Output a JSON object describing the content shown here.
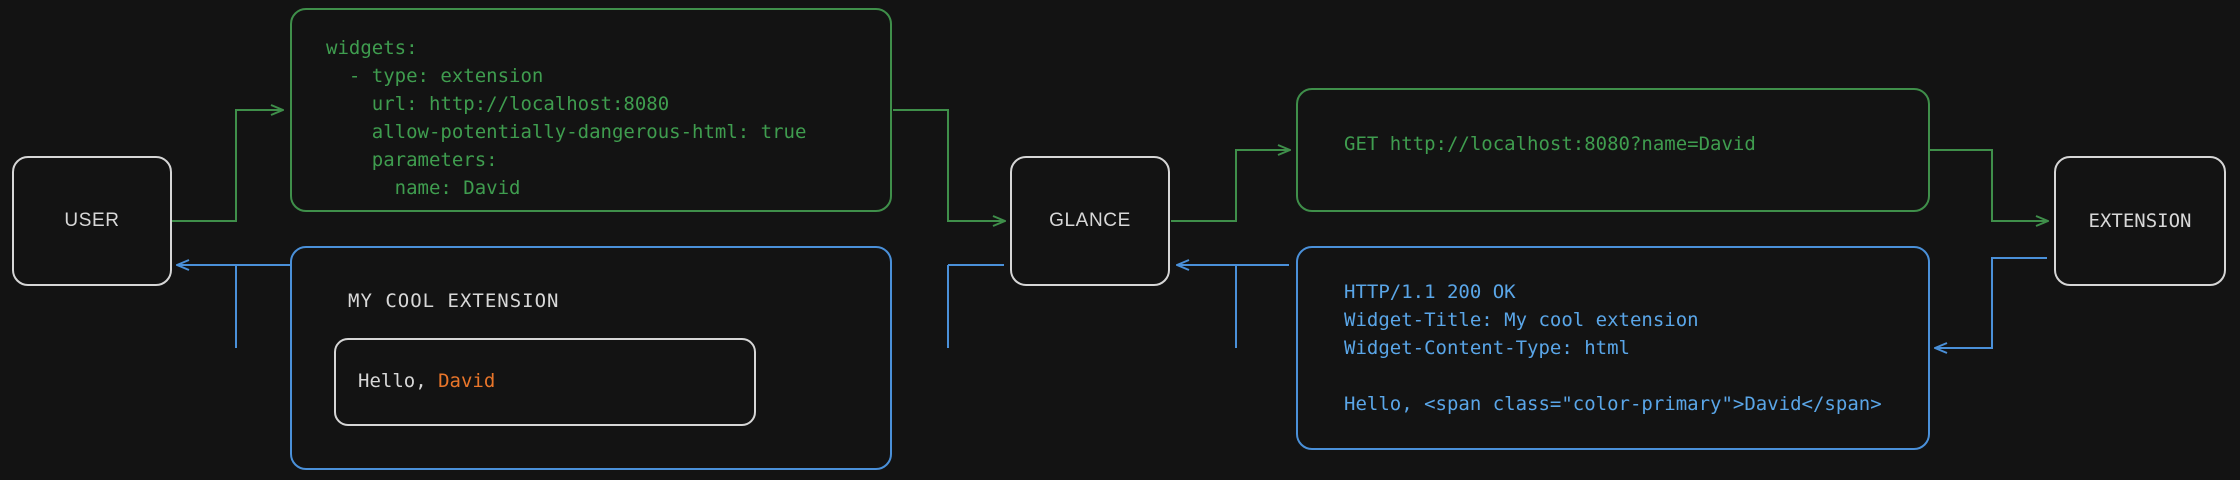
{
  "colors": {
    "background": "#131313",
    "node_border": "#d6d6d6",
    "node_text": "#d8d8d8",
    "request_green": "#3f9d4f",
    "request_border_green": "#3f8f4a",
    "response_blue": "#5aa6e8",
    "response_border_blue": "#4a90d9",
    "accent_orange": "#e8752a"
  },
  "nodes": {
    "user": {
      "label": "USER"
    },
    "glance": {
      "label": "GLANCE"
    },
    "extension": {
      "label": "EXTENSION"
    }
  },
  "cards": {
    "config_yaml": {
      "name": "glance-config-yaml",
      "lines": [
        "widgets:",
        "  - type: extension",
        "    url: http://localhost:8080",
        "    allow-potentially-dangerous-html: true",
        "    parameters:",
        "      name: David"
      ]
    },
    "http_request": {
      "name": "http-get-request",
      "lines": [
        "GET http://localhost:8080?name=David"
      ]
    },
    "http_response": {
      "name": "http-response",
      "lines": [
        "HTTP/1.1 200 OK",
        "Widget-Title: My cool extension",
        "Widget-Content-Type: html",
        "",
        "Hello, <span class=\"color-primary\">David</span>"
      ]
    },
    "rendered_widget": {
      "name": "rendered-widget-preview",
      "title": "MY COOL EXTENSION",
      "body_prefix": "Hello, ",
      "body_accent": "David"
    }
  },
  "flows": [
    {
      "name": "user-to-config",
      "direction": "forward",
      "color": "green"
    },
    {
      "name": "config-to-glance",
      "direction": "forward",
      "color": "green"
    },
    {
      "name": "glance-to-request",
      "direction": "forward",
      "color": "green"
    },
    {
      "name": "request-to-extension",
      "direction": "forward",
      "color": "green"
    },
    {
      "name": "extension-to-response",
      "direction": "backward",
      "color": "blue"
    },
    {
      "name": "response-to-glance",
      "direction": "backward",
      "color": "blue"
    },
    {
      "name": "glance-to-widget",
      "direction": "backward",
      "color": "blue"
    },
    {
      "name": "widget-to-user",
      "direction": "backward",
      "color": "blue"
    }
  ]
}
